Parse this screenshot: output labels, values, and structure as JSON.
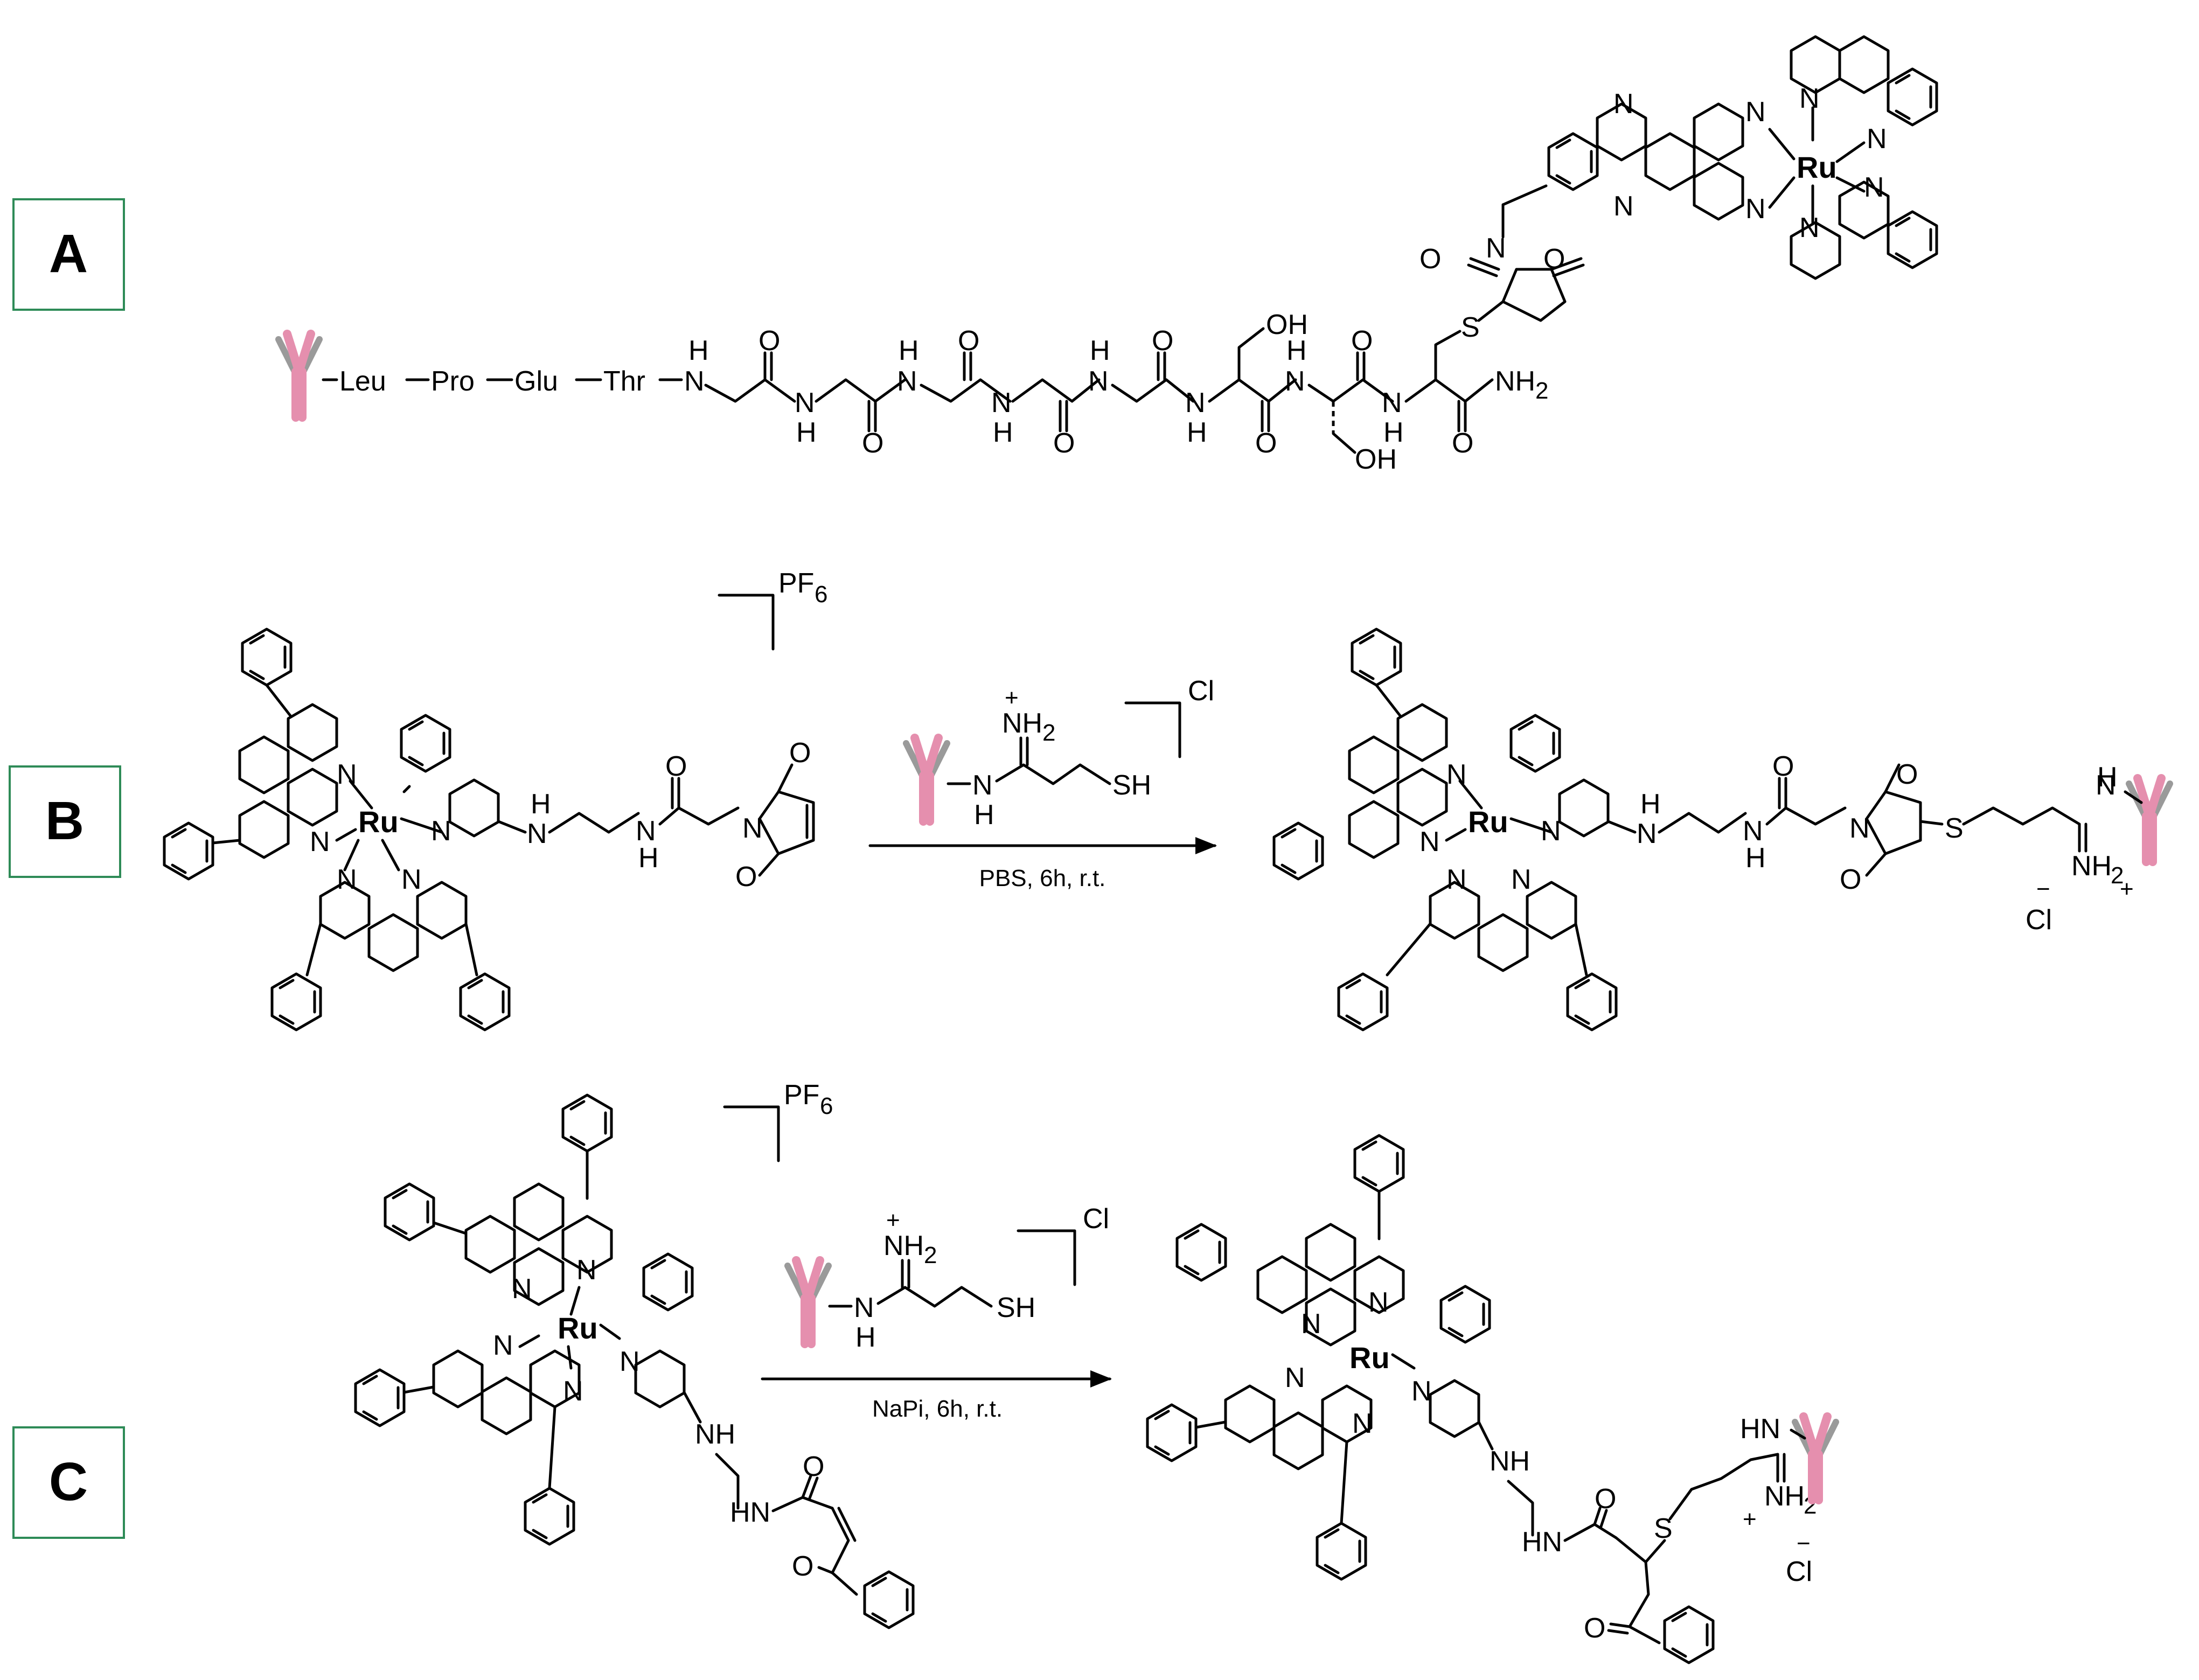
{
  "panels": {
    "a": {
      "label": "A"
    },
    "b": {
      "label": "B"
    },
    "c": {
      "label": "C"
    }
  },
  "colors": {
    "panel_border": "#2e8b57",
    "antibody": "#e58fae",
    "antibody_light_chain": "#9a9a9a"
  },
  "icons": [
    "antibody-icon"
  ],
  "panel_a": {
    "peptide": [
      "Leu",
      "Pro",
      "Glu",
      "Thr"
    ],
    "atoms": {
      "H": "H",
      "N": "N",
      "O": "O",
      "OH": "OH",
      "S": "S",
      "NH2": "NH",
      "sub2": "2",
      "Ru": "Ru"
    }
  },
  "panel_b": {
    "counterion_reactant": "PF",
    "counterion_sub": "6",
    "reagent_counterion": "Cl",
    "conditions": "PBS, 6h, r.t.",
    "atoms": {
      "Ru": "Ru",
      "N": "N",
      "H": "H",
      "O": "O",
      "S": "S",
      "SH": "SH",
      "NH2": "NH",
      "sub2": "2",
      "Cl": "Cl",
      "plus": "+",
      "minus": "−"
    }
  },
  "panel_c": {
    "counterion_reactant": "PF",
    "counterion_sub": "6",
    "reagent_counterion": "Cl",
    "conditions": "NaPi, 6h, r.t.",
    "atoms": {
      "Ru": "Ru",
      "N": "N",
      "NH": "NH",
      "HN": "HN",
      "H": "H",
      "O": "O",
      "S": "S",
      "SH": "SH",
      "NH2": "NH",
      "sub2": "2",
      "Cl": "Cl",
      "plus": "+",
      "minus": "−"
    }
  }
}
